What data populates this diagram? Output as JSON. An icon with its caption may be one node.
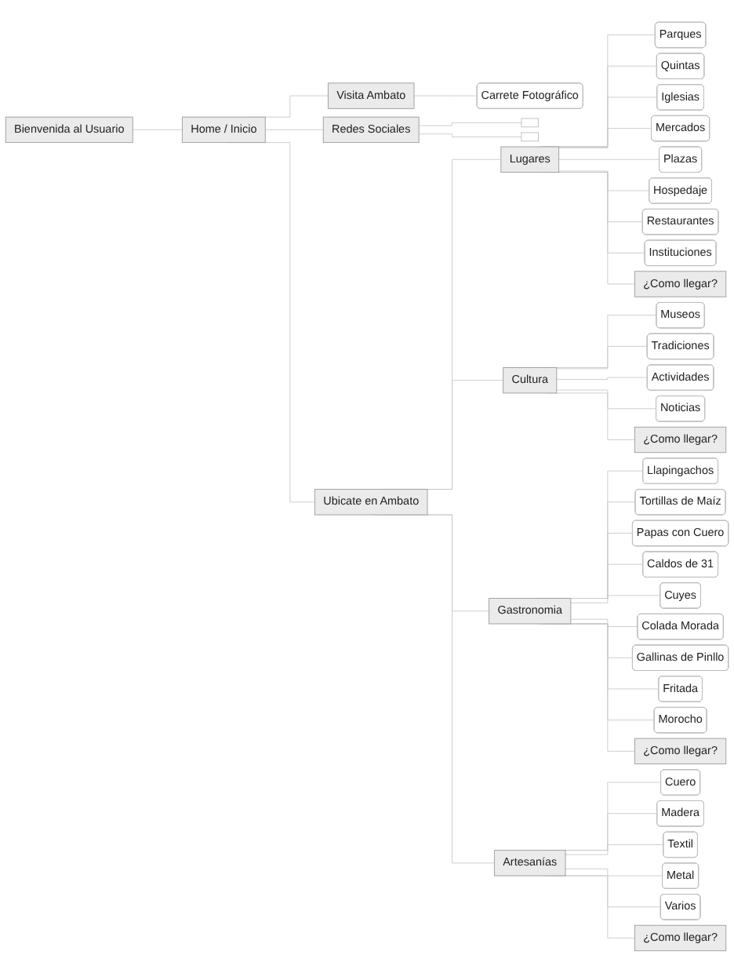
{
  "diagram": {
    "nodes": [
      {
        "text": [
          "Bienvenida al Usuario"
        ]
      },
      {
        "text": [
          "Home / Inicio"
        ]
      },
      {
        "text": [
          "Visita Ambato"
        ]
      },
      {
        "text": [
          "Ubicate en Ambato"
        ]
      },
      {
        "text": [
          "Redes Sociales"
        ]
      },
      {
        "text": [
          "Carrete Fotográfico"
        ]
      },
      {
        "text": [],
        "shape": "box"
      },
      {
        "text": [],
        "shape": "box"
      },
      {
        "text": [
          "Lugares"
        ]
      },
      {
        "text": [
          "Cultura"
        ]
      },
      {
        "text": [
          "Gastronomia"
        ]
      },
      {
        "text": [
          "Artesanías"
        ]
      },
      {
        "text": [
          "Parques"
        ]
      },
      {
        "text": [
          "Quintas"
        ]
      },
      {
        "text": [
          "Iglesias"
        ]
      },
      {
        "text": [
          "Mercados"
        ]
      },
      {
        "text": [
          "Plazas"
        ]
      },
      {
        "text": [
          "Hospedaje"
        ]
      },
      {
        "text": [
          "Restaurantes"
        ]
      },
      {
        "text": [
          "Instituciones"
        ]
      },
      {
        "text": [
          "¿Como llegar?"
        ]
      },
      {
        "text": [
          "Museos"
        ]
      },
      {
        "text": [
          "Tradiciones"
        ]
      },
      {
        "text": [
          "Actividades"
        ]
      },
      {
        "text": [
          "Noticias"
        ]
      },
      {
        "text": [
          "¿Como llegar?"
        ]
      },
      {
        "text": [
          "Llapingachos"
        ]
      },
      {
        "text": [
          "Tortillas de Maíz"
        ]
      },
      {
        "text": [
          "Papas con Cuero"
        ]
      },
      {
        "text": [
          "Caldos de 31"
        ]
      },
      {
        "text": [
          "Cuyes"
        ]
      },
      {
        "text": [
          "Colada Morada"
        ]
      },
      {
        "text": [
          "Gallinas de Pinllo"
        ]
      },
      {
        "text": [
          "Fritada"
        ]
      },
      {
        "text": [
          "Morocho"
        ]
      },
      {
        "text": [
          "¿Como llegar?"
        ]
      },
      {
        "text": [
          "Cuero"
        ]
      },
      {
        "text": [
          "Madera"
        ]
      },
      {
        "text": [
          "Textil"
        ]
      },
      {
        "text": [
          "Metal"
        ]
      },
      {
        "text": [
          "Varios"
        ]
      },
      {
        "text": [
          "¿Como llegar?"
        ]
      }
    ],
    "edges": [
      {
        "from": 0,
        "to": 1,
        "arrow": "none"
      },
      {
        "from": 1,
        "to": 2,
        "arrow": "none"
      },
      {
        "from": 1,
        "to": 3,
        "arrow": "none"
      },
      {
        "from": 1,
        "to": 4,
        "arrow": "none"
      },
      {
        "from": 2,
        "to": 5,
        "arrow": "none"
      },
      {
        "from": 4,
        "to": 6,
        "arrow": "none"
      },
      {
        "from": 4,
        "to": 7,
        "arrow": "none"
      },
      {
        "from": 3,
        "to": 8,
        "arrow": "none"
      },
      {
        "from": 3,
        "to": 9,
        "arrow": "none"
      },
      {
        "from": 3,
        "to": 10,
        "arrow": "none"
      },
      {
        "from": 3,
        "to": 11,
        "arrow": "none"
      },
      {
        "from": 8,
        "to": 12,
        "arrow": "none"
      },
      {
        "from": 8,
        "to": 13,
        "arrow": "none"
      },
      {
        "from": 8,
        "to": 14,
        "arrow": "none"
      },
      {
        "from": 8,
        "to": 15,
        "arrow": "none"
      },
      {
        "from": 8,
        "to": 16,
        "arrow": "none"
      },
      {
        "from": 8,
        "to": 17,
        "arrow": "none"
      },
      {
        "from": 8,
        "to": 18,
        "arrow": "none"
      },
      {
        "from": 8,
        "to": 19,
        "arrow": "none"
      },
      {
        "from": 8,
        "to": 20,
        "arrow": "none"
      },
      {
        "from": 9,
        "to": 21,
        "arrow": "none"
      },
      {
        "from": 9,
        "to": 22,
        "arrow": "none"
      },
      {
        "from": 9,
        "to": 23,
        "arrow": "none"
      },
      {
        "from": 9,
        "to": 24,
        "arrow": "none"
      },
      {
        "from": 9,
        "to": 25,
        "arrow": "none"
      },
      {
        "from": 10,
        "to": 26,
        "arrow": "none"
      },
      {
        "from": 10,
        "to": 27,
        "arrow": "none"
      },
      {
        "from": 10,
        "to": 28,
        "arrow": "none"
      },
      {
        "from": 10,
        "to": 29,
        "arrow": "none"
      },
      {
        "from": 10,
        "to": 30,
        "arrow": "none"
      },
      {
        "from": 10,
        "to": 31,
        "arrow": "none"
      },
      {
        "from": 10,
        "to": 32,
        "arrow": "none"
      },
      {
        "from": 10,
        "to": 33,
        "arrow": "none"
      },
      {
        "from": 10,
        "to": 34,
        "arrow": "none"
      },
      {
        "from": 10,
        "to": 35,
        "arrow": "none"
      },
      {
        "from": 11,
        "to": 36,
        "arrow": "none"
      },
      {
        "from": 11,
        "to": 37,
        "arrow": "none"
      },
      {
        "from": 11,
        "to": 38,
        "arrow": "none"
      },
      {
        "from": 11,
        "to": 39,
        "arrow": "none"
      },
      {
        "from": 11,
        "to": 40,
        "arrow": "none"
      },
      {
        "from": 11,
        "to": 41,
        "arrow": "none"
      }
    ]
  }
}
